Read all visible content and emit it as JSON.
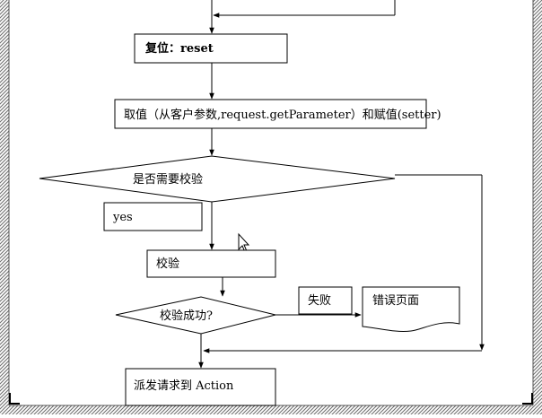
{
  "diagram": {
    "reset_label": "复位：reset",
    "fetch_label": "取值（从客户参数,request.getParameter）和赋值(setter)",
    "need_validate_label": "是否需要校验",
    "yes_label": "yes",
    "validate_label": "校验",
    "validate_success_label": "校验成功?",
    "fail_label": "失败",
    "error_page_label": "错误页面",
    "dispatch_label": "派发请求到 Action"
  }
}
